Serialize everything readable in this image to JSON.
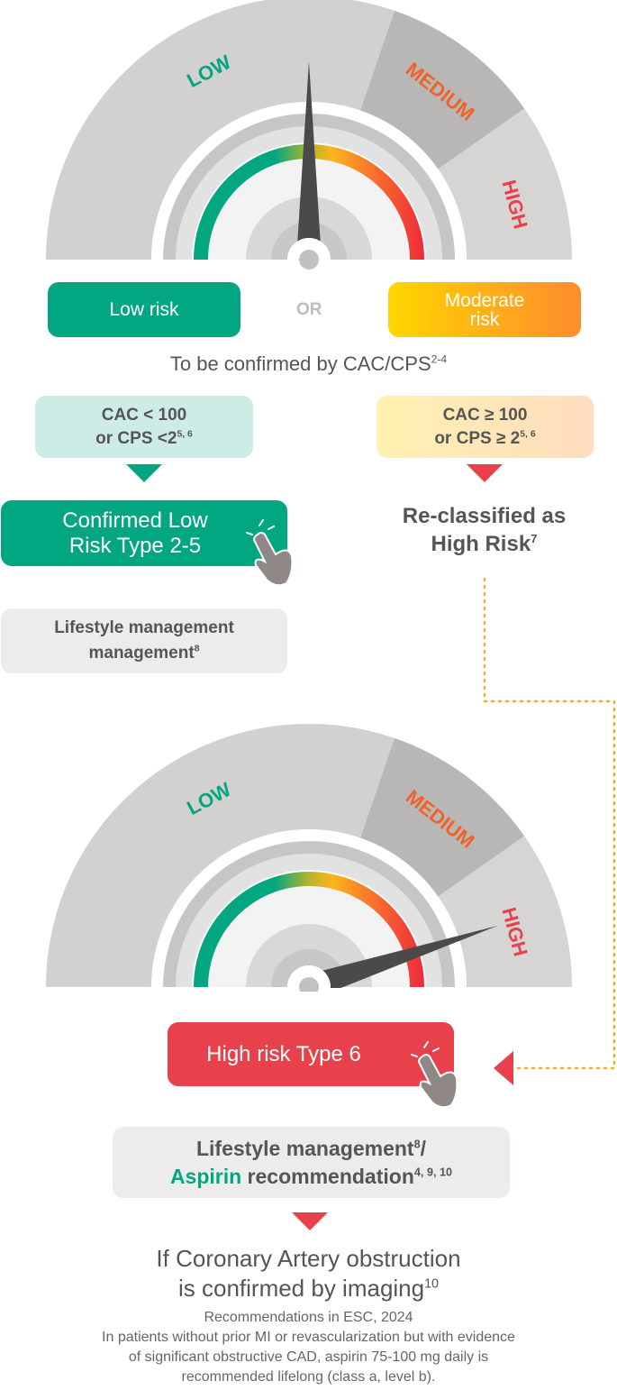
{
  "colors": {
    "green": "#02a781",
    "red": "#e8414c",
    "orange": "#f0622b",
    "gray": "#555555"
  },
  "gauge_top": {
    "labels": {
      "low": "LOW",
      "medium": "MEDIUM",
      "high": "HIGH"
    },
    "highlighted": "LOW",
    "needle_value": 0.5
  },
  "choice": {
    "low": "Low risk",
    "or": "OR",
    "moderate": "Moderate risk"
  },
  "confirm": {
    "text": "To be confirmed by CAC/CPS",
    "sup": "2-4"
  },
  "left": {
    "criteria_line1": "CAC < 100",
    "criteria_line2": "or CPS <2",
    "criteria_sup": "5, 6",
    "result": "Confirmed Low Risk Type 2-5",
    "action": "Lifestyle management",
    "action_sup": "8"
  },
  "right": {
    "criteria_line1": "CAC ≥ 100",
    "criteria_line2": "or CPS ≥ 2",
    "criteria_sup": "5, 6",
    "result": "Re-classified as High Risk",
    "result_sup": "7"
  },
  "gauge_bottom": {
    "labels": {
      "low": "LOW",
      "medium": "MEDIUM",
      "high": "HIGH"
    },
    "highlighted": "HIGH",
    "needle_value": 0.9
  },
  "high": {
    "result": "High risk Type 6",
    "action_line1": "Lifestyle management",
    "action_sup1": "8",
    "action_slash": "/",
    "action_aspirin": "Aspirin",
    "action_line2": " recommendation",
    "action_sup2": "4, 9, 10"
  },
  "footer": {
    "heading_line1": "If Coronary Artery obstruction",
    "heading_line2": "is confirmed by imaging",
    "heading_sup": "10",
    "line1": "Recommendations in ESC, 2024",
    "line2": "In patients without prior MI or revascularization but with evidence",
    "line3": "of significant obstructive CAD, aspirin 75-100 mg daily is",
    "line4": "recommended lifelong (class a, level b)."
  }
}
